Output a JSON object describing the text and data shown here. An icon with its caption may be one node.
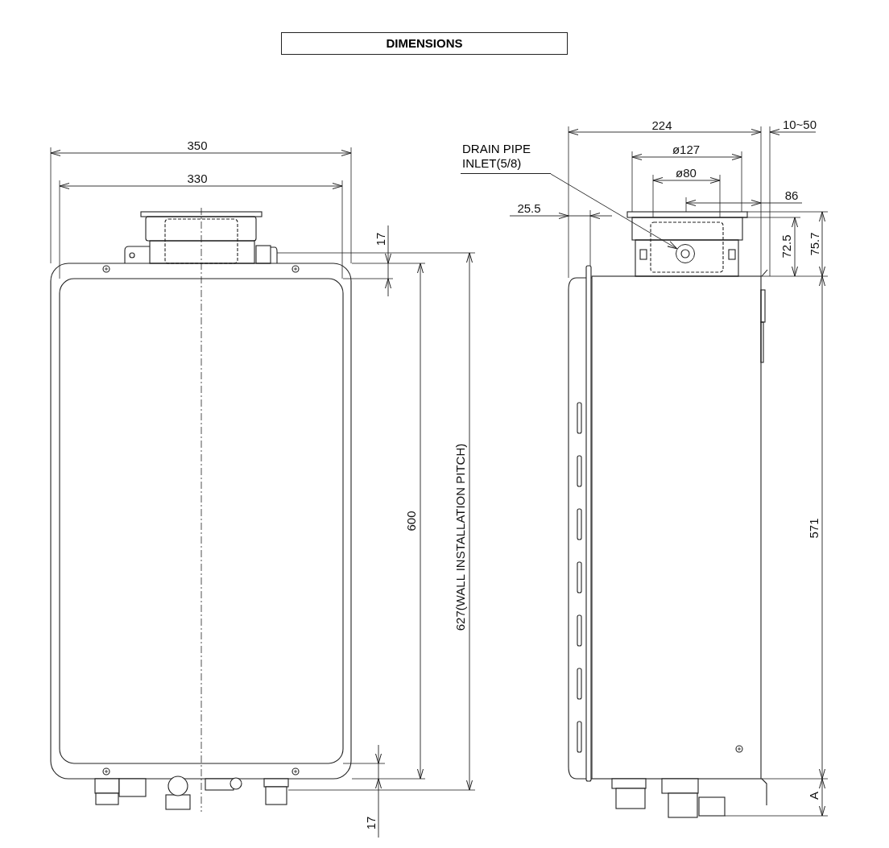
{
  "diagram": {
    "title": "DIMENSIONS",
    "nodes": [
      {
        "text": [
          "DRAIN PIPE INLET(5/8)"
        ]
      },
      {
        "text": [],
        "shape": "circle"
      }
    ],
    "edges": [
      {
        "from": 0,
        "to": 1,
        "arrow": "to"
      }
    ],
    "labels": [
      "350",
      "330",
      "224",
      "10~50",
      "ø127",
      "ø80",
      "86",
      "25.5",
      "17",
      "72.5",
      "75.7",
      "600",
      "627(WALL INSTALLATION PITCH)",
      "571",
      "17",
      "A"
    ]
  }
}
